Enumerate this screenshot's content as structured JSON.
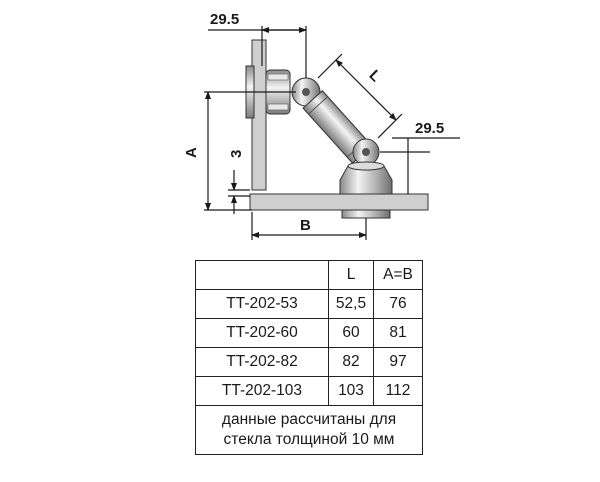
{
  "drawing": {
    "dimensions": {
      "top_offset": "29.5",
      "right_offset": "29.5",
      "arm_length": "L",
      "height": "A",
      "glass_gap": "3",
      "base_offset": "B"
    }
  },
  "table": {
    "header": {
      "model": "",
      "l": "L",
      "ab": "A=B"
    },
    "rows": [
      {
        "model": "TT-202-53",
        "l": "52,5",
        "ab": "76"
      },
      {
        "model": "TT-202-60",
        "l": "60",
        "ab": "81"
      },
      {
        "model": "TT-202-82",
        "l": "82",
        "ab": "97"
      },
      {
        "model": "TT-202-103",
        "l": "103",
        "ab": "112"
      }
    ],
    "note_line1": "данные рассчитаны для",
    "note_line2": "стекла толщиной 10 мм"
  }
}
